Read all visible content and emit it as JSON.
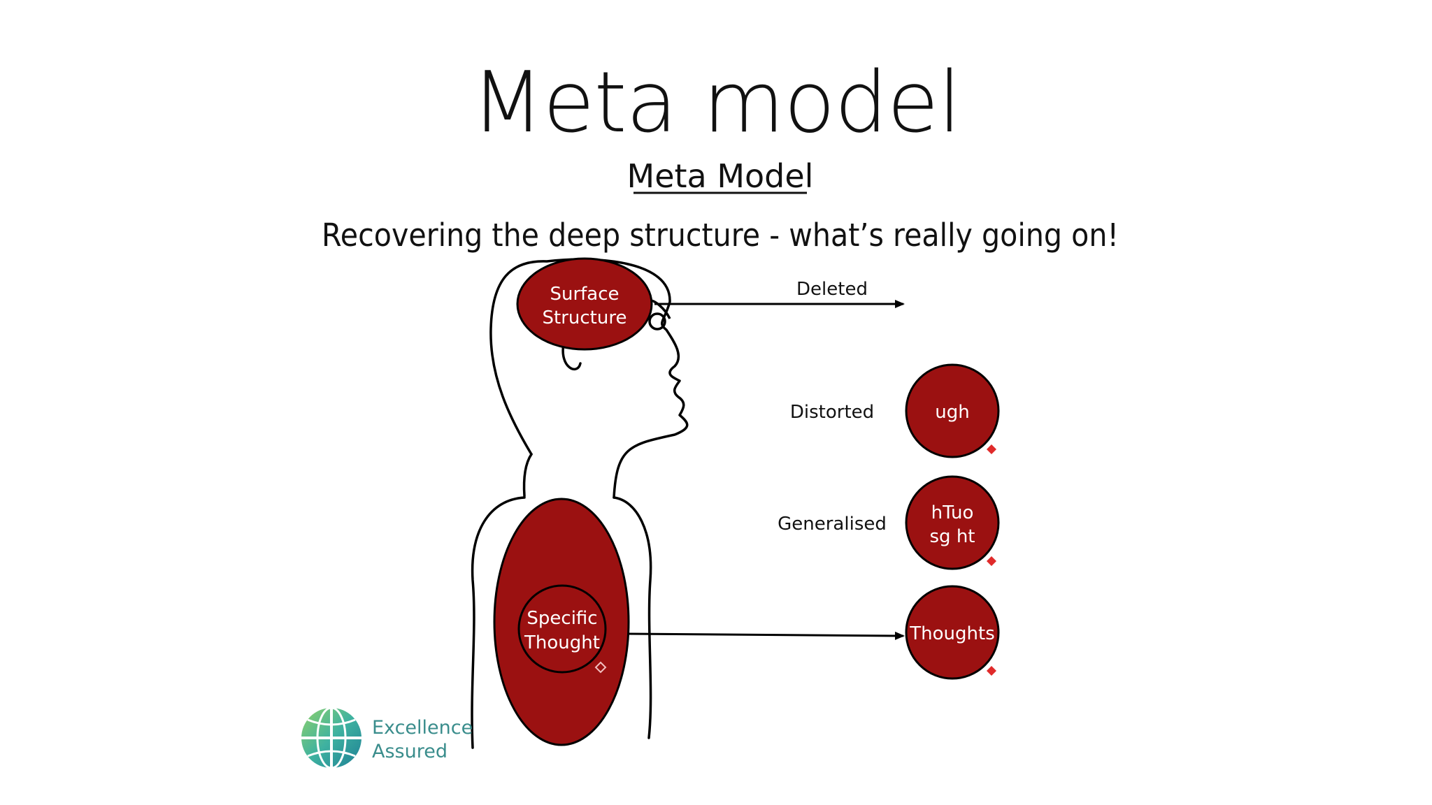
{
  "slide": {
    "title": "Meta model"
  },
  "diagram": {
    "heading": "Meta Model",
    "subtitle": "Recovering the deep structure - what’s really going on!",
    "surface_label_line1": "Surface",
    "surface_label_line2": "Structure",
    "specific_label_line1": "Specific",
    "specific_label_line2": "Thought",
    "deleted_label": "Deleted",
    "distorted_label": "Distorted",
    "generalised_label": "Generalised",
    "circle_ugh": "ugh",
    "circle_htuo_line1": "hTuo",
    "circle_htuo_line2": "sg ht",
    "circle_thoughts": "Thoughts"
  },
  "logo": {
    "line1": "Excellence",
    "line2": "Assured"
  },
  "colors": {
    "shape_fill": "#9b1111",
    "outline": "#000000",
    "logo_text": "#3a8d8c"
  }
}
